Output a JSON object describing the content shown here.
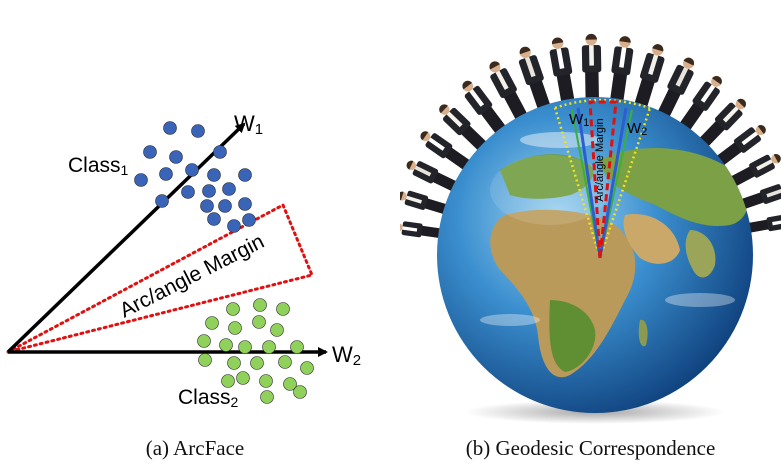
{
  "arcface": {
    "class1_label": "Class",
    "class1_sub": "1",
    "class2_label": "Class",
    "class2_sub": "2",
    "w1_label": "W",
    "w1_sub": "1",
    "w2_label": "W",
    "w2_sub": "2",
    "margin_label": "Arc/angle Margin",
    "class1_color": "#3a64b8",
    "class2_color": "#8fd15a",
    "margin_color": "#e01010"
  },
  "geodesic": {
    "w1_label": "W",
    "w1_sub": "1",
    "w2_label": "W",
    "w2_sub": "2",
    "margin_label": "Arc/angle Margin",
    "ocean_color": "#2a7fbf",
    "land_color": "#6a9a3a"
  },
  "captions": {
    "a": "(a)  ArcFace",
    "b": "(b)  Geodesic Correspondence"
  }
}
